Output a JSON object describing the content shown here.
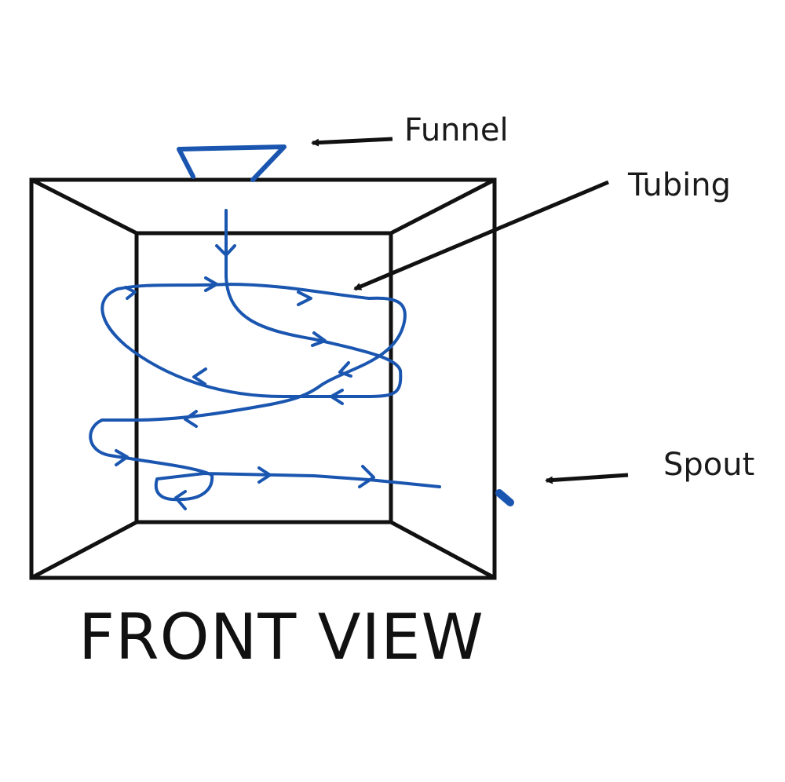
{
  "labels": {
    "funnel": "Funnel",
    "tubing": "Tubing",
    "spout": "Spout"
  },
  "caption": "FRONT VIEW",
  "colors": {
    "line": "#111111",
    "tubing": "#1a56b0"
  }
}
